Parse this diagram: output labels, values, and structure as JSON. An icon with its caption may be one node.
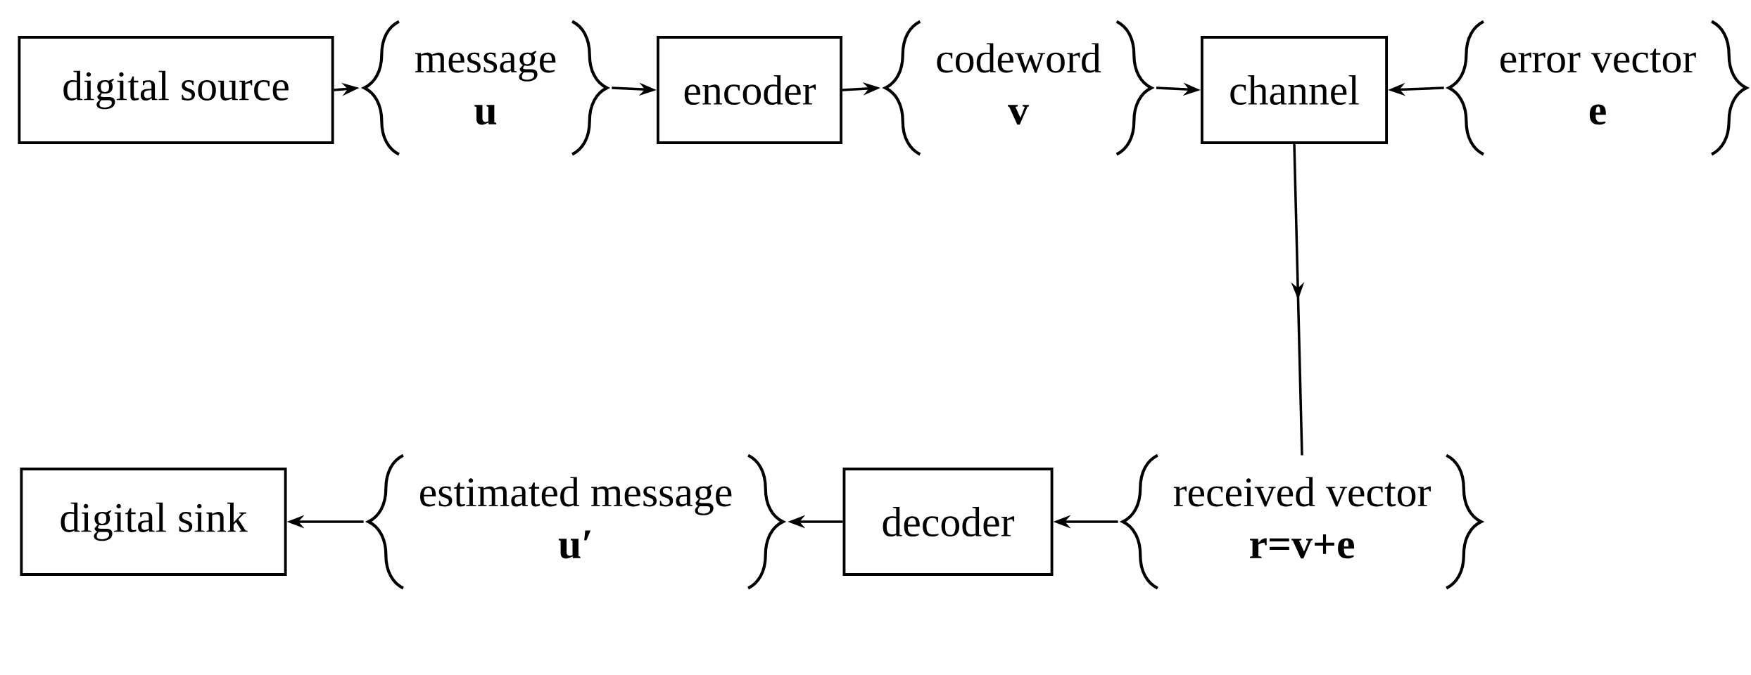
{
  "diagram": {
    "nodes": [
      {
        "text": [
          "digital source"
        ]
      },
      {
        "text": [
          "message",
          "u"
        ]
      },
      {
        "text": [
          "encoder"
        ]
      },
      {
        "text": [
          "codeword",
          "v"
        ]
      },
      {
        "text": [
          "channel"
        ]
      },
      {
        "text": [
          "error vector",
          "e"
        ]
      },
      {
        "text": [
          "digital sink"
        ]
      },
      {
        "text": [
          "estimated message",
          "u′"
        ]
      },
      {
        "text": [
          "decoder"
        ]
      },
      {
        "text": [
          "received vector",
          "r=v+e"
        ]
      }
    ],
    "edges": [
      {
        "from": 0,
        "to": 1,
        "arrow": "to"
      },
      {
        "from": 1,
        "to": 2,
        "arrow": "to"
      },
      {
        "from": 2,
        "to": 3,
        "arrow": "to"
      },
      {
        "from": 3,
        "to": 4,
        "arrow": "to"
      },
      {
        "from": 5,
        "to": 4,
        "arrow": "to"
      },
      {
        "from": 4,
        "to": 9,
        "arrow": "to"
      },
      {
        "from": 9,
        "to": 8,
        "arrow": "to"
      },
      {
        "from": 8,
        "to": 7,
        "arrow": "to"
      },
      {
        "from": 7,
        "to": 6,
        "arrow": "to"
      }
    ]
  }
}
